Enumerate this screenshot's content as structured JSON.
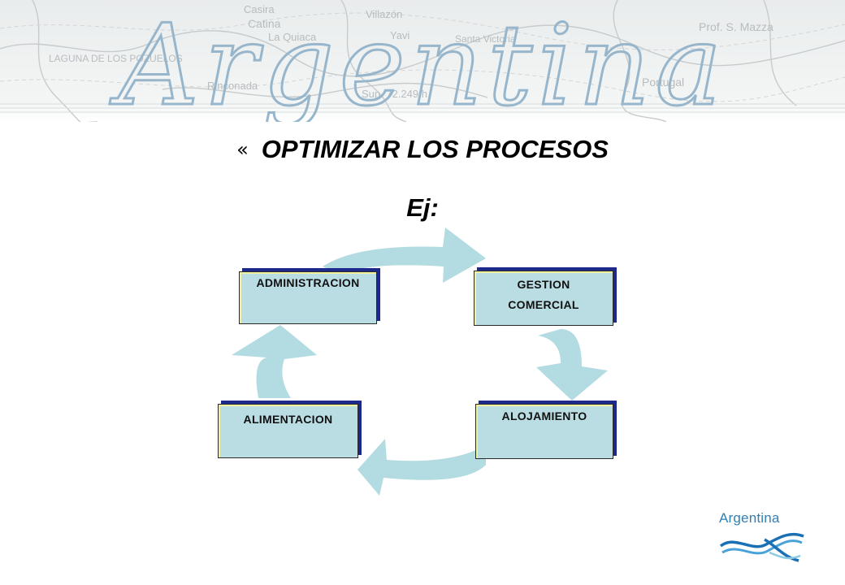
{
  "banner": {
    "script_text": "Argentina",
    "map_labels": [
      "Casira",
      "Catina",
      "Villazón",
      "Prof. S. Mazza",
      "La Quiaca",
      "Yavi",
      "Santa Victoria",
      "LAGUNA DE LOS POZUELOS",
      "Rinconada",
      "Portugal",
      "Sup. 72.249 h"
    ]
  },
  "slide": {
    "bullet": "«",
    "title": "OPTIMIZAR LOS PROCESOS",
    "subtitle": "Ej:"
  },
  "boxes": {
    "administracion": "ADMINISTRACION",
    "gestion_line1": "GESTION",
    "gestion_line2": "COMERCIAL",
    "alojamiento": "ALOJAMIENTO",
    "alimentacion": "ALIMENTACION"
  },
  "logo": {
    "text": "Argentina"
  },
  "colors": {
    "arrow": "#b2dbe2",
    "box_fill": "#b9dde3",
    "box_shadow": "#1d2a8c",
    "script": "#97b6cc",
    "logo_text": "#2f7fb5",
    "logo_wave": "#1a70b4"
  }
}
